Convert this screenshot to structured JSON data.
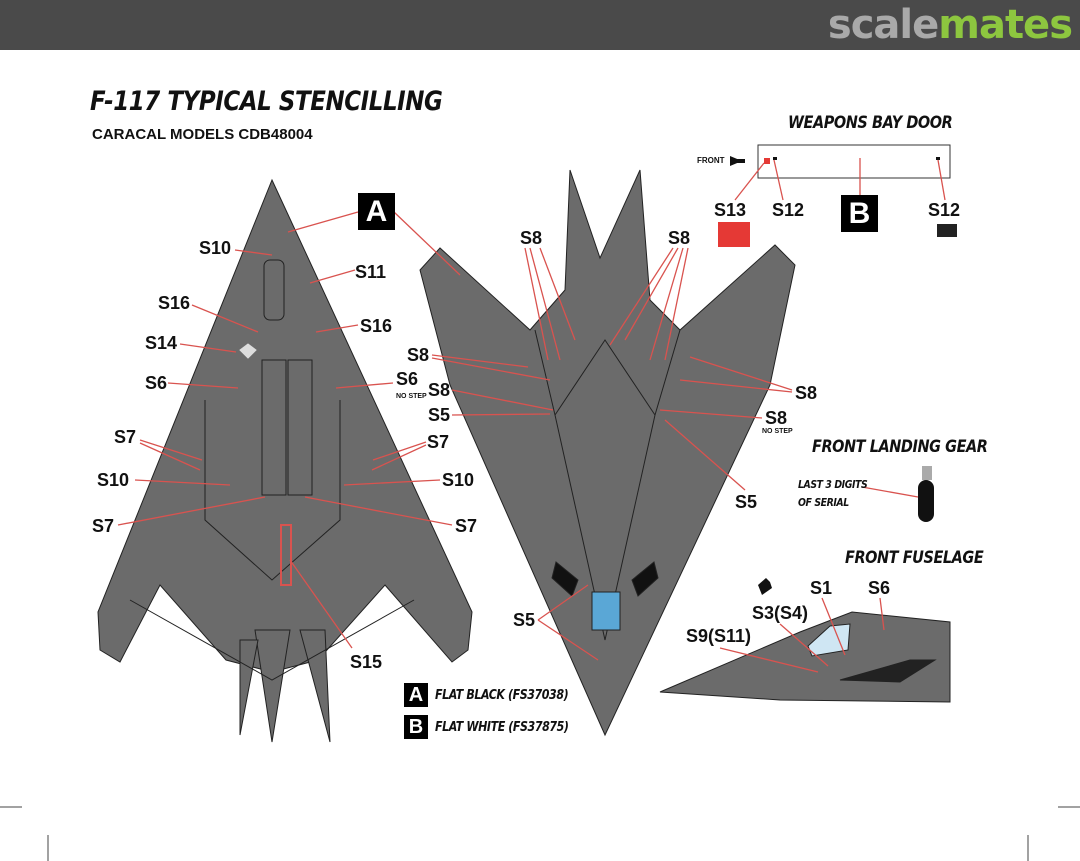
{
  "header": {
    "logo_part1": "scale",
    "logo_part2": "mates"
  },
  "title": "F-117 TYPICAL STENCILLING",
  "subtitle": "CARACAL MODELS CDB48004",
  "sections": {
    "weapons_bay_door": "WEAPONS BAY DOOR",
    "front": "FRONT",
    "front_landing_gear": "FRONT LANDING GEAR",
    "serial_note_1": "LAST 3 DIGITS",
    "serial_note_2": "OF SERIAL",
    "front_fuselage": "FRONT FUSELAGE"
  },
  "legend": [
    {
      "key": "A",
      "label": "FLAT BLACK (FS37038)"
    },
    {
      "key": "B",
      "label": "FLAT WHITE (FS37875)"
    }
  ],
  "markers": {
    "a": "A",
    "b": "B"
  },
  "no_step": "NO STEP",
  "labels": {
    "l1": "S10",
    "l2": "S11",
    "l3": "S16",
    "l4": "S16",
    "l5": "S14",
    "l6": "S6",
    "l7": "S6",
    "l8": "S7",
    "l9": "S10",
    "l10": "S7",
    "l11": "S10",
    "l12": "S7",
    "l13": "S7",
    "l14": "S15",
    "m1": "S8",
    "m2": "S8",
    "m3": "S8",
    "m4": "S8",
    "m5": "S5",
    "m6": "S8",
    "m7": "S8",
    "m8": "S5",
    "m9": "S5",
    "w1": "S13",
    "w2": "S12",
    "w3": "S12",
    "f1": "S1",
    "f2": "S6",
    "f3": "S3(S4)",
    "f4": "S9(S11)"
  },
  "colors": {
    "aircraft": "#6b6b6b",
    "leader": "#d9534f",
    "stencil_red": "#e53935",
    "canopy": "#5aa7d6"
  }
}
